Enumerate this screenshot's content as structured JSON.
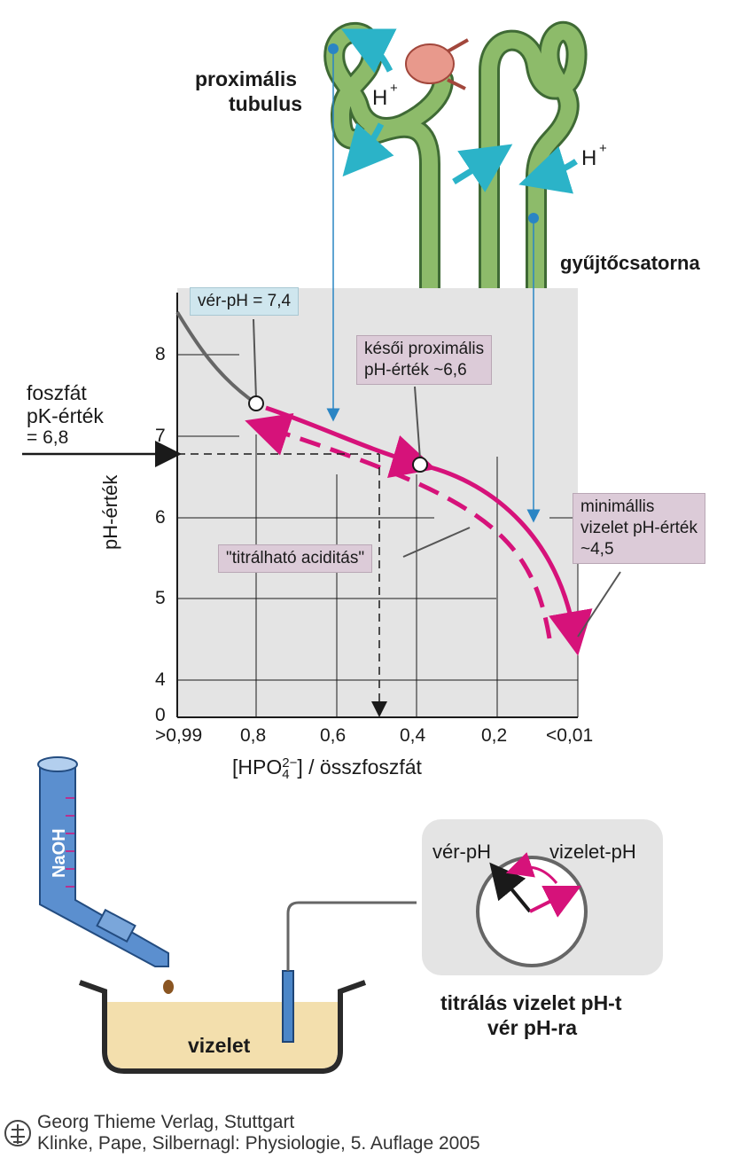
{
  "nephron": {
    "proximal_label_1": "proximális",
    "proximal_label_2": "tubulus",
    "collecting_label": "gyűjtőcsatorna",
    "h_ion_1": "H",
    "h_ion_2": "H",
    "h_sup": "+"
  },
  "chart": {
    "ylabel": "pH-érték",
    "xlabel_pre": "[HPO",
    "xlabel_sub": "4",
    "xlabel_sup": "2−",
    "xlabel_post": "] / összfoszfát",
    "y_ticks": [
      "8",
      "7",
      "6",
      "5",
      "4",
      "0"
    ],
    "x_ticks": [
      ">0,99",
      "0,8",
      "0,6",
      "0,4",
      "0,2",
      "<0,01"
    ],
    "pk_label_1": "foszfát",
    "pk_label_2": "pK-érték",
    "pk_label_3": "= 6,8",
    "box_blood_ph": "vér-pH   = 7,4",
    "box_late_prox_1": "késői proximális",
    "box_late_prox_2": "pH-érték   ~6,6",
    "box_titratable": "\"titrálható aciditás\"",
    "box_min_urine_1": "minimállis",
    "box_min_urine_2": "vizelet pH-érték",
    "box_min_urine_3": " ~4,5"
  },
  "chart_data": {
    "type": "line",
    "xlabel": "[HPO4 2−] / összfoszfát",
    "ylabel": "pH-érték",
    "x_ticks": [
      ">0,99",
      "0,8",
      "0,6",
      "0,4",
      "0,2",
      "<0,01"
    ],
    "y_ticks": [
      "8",
      "7",
      "6",
      "5",
      "4",
      "0"
    ],
    "points": [
      {
        "label": "vér-pH",
        "x": 0.8,
        "y": 7.4
      },
      {
        "label": "késői proximális pH-érték",
        "x": 0.4,
        "y": 6.6
      },
      {
        "label": "minimállis vizelet pH-érték",
        "x": 0.01,
        "y": 4.5
      }
    ],
    "reference": {
      "label": "foszfát pK-érték",
      "y": 6.8,
      "x": 0.5
    }
  },
  "titration": {
    "naoh": "NaOH",
    "urine": "vizelet",
    "blood_ph": "vér-pH",
    "urine_ph": "vizelet-pH",
    "caption_1": "titrálás vizelet pH-t",
    "caption_2": "vér pH-ra"
  },
  "credit": {
    "line1": "Georg Thieme Verlag, Stuttgart",
    "line2": "Klinke, Pape, Silbernagl: Physiologie, 5. Auflage 2005"
  },
  "colors": {
    "magenta": "#d6127a",
    "cyan": "#2a9ac6",
    "tubule": "#8dbb6a",
    "panel": "#e4e4e4",
    "label_pink": "#dccbd8",
    "label_blue": "#cfe6ee"
  }
}
